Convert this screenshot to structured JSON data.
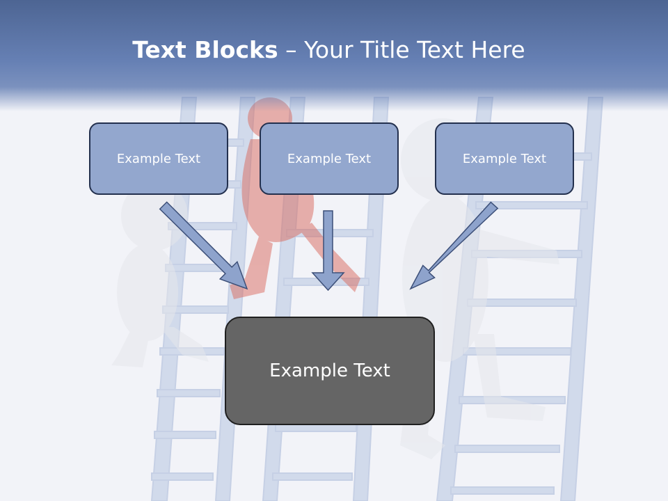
{
  "slide": {
    "title_bold": "Text Blocks",
    "title_dash": " – ",
    "title_rest": "Your Title Text Here",
    "blocks": [
      {
        "label": "Example Text"
      },
      {
        "label": "Example Text"
      },
      {
        "label": "Example Text"
      }
    ],
    "main_block": {
      "label": "Example Text"
    }
  },
  "colors": {
    "header": "#5a72a3",
    "box_fill": "#93a7ce",
    "box_border": "#23304e",
    "main_fill": "#656565",
    "arrow_fill": "#8ea3cc"
  }
}
